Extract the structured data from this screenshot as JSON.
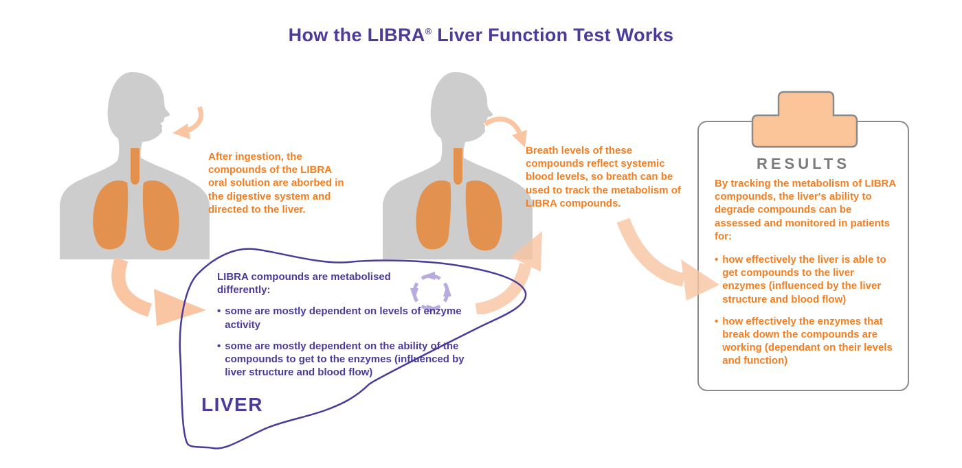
{
  "title": {
    "pre": "How the LIBRA",
    "reg": "®",
    "post": " Liver Function Test Works"
  },
  "glyphs": {
    "bullet": "•"
  },
  "colors": {
    "purple": "#4A3C99",
    "orange_text": "#F57E20",
    "peach_arrow": "#F9C5A2",
    "body_gray": "#CDCDCD",
    "lung_orange": "#E2914E",
    "clip_peach": "#FBC499",
    "panel_border_gray": "#8A8A8A",
    "results_gray": "#7B7B7B",
    "cycle_lavender": "#B9ABDE"
  },
  "steps": {
    "ingestion_text": "After ingestion, the compounds of the LIBRA oral solution are aborbed in the digestive system and directed to the liver.",
    "breath_text": "Breath levels of these compounds reflect systemic blood levels, so breath can be used to track the metabolism of LIBRA compounds."
  },
  "liver": {
    "label": "LIVER",
    "heading": "LIBRA compounds are metabolised differently:",
    "bullets": [
      "some are mostly dependent on levels of enzyme activity",
      "some are mostly dependent on the ability of the compounds to get to the enzymes (influenced by liver structure and blood flow)"
    ]
  },
  "results": {
    "heading": "RESULTS",
    "intro": "By tracking the metabolism of LIBRA compounds, the liver's ability to degrade compounds can be assessed and monitored in patients for:",
    "bullets": [
      "how effectively the liver is able to get compounds to the liver enzymes (influenced by the liver structure and blood flow)",
      "how effectively the enzymes that break down the compounds are working (dependant on their levels and function)"
    ]
  }
}
